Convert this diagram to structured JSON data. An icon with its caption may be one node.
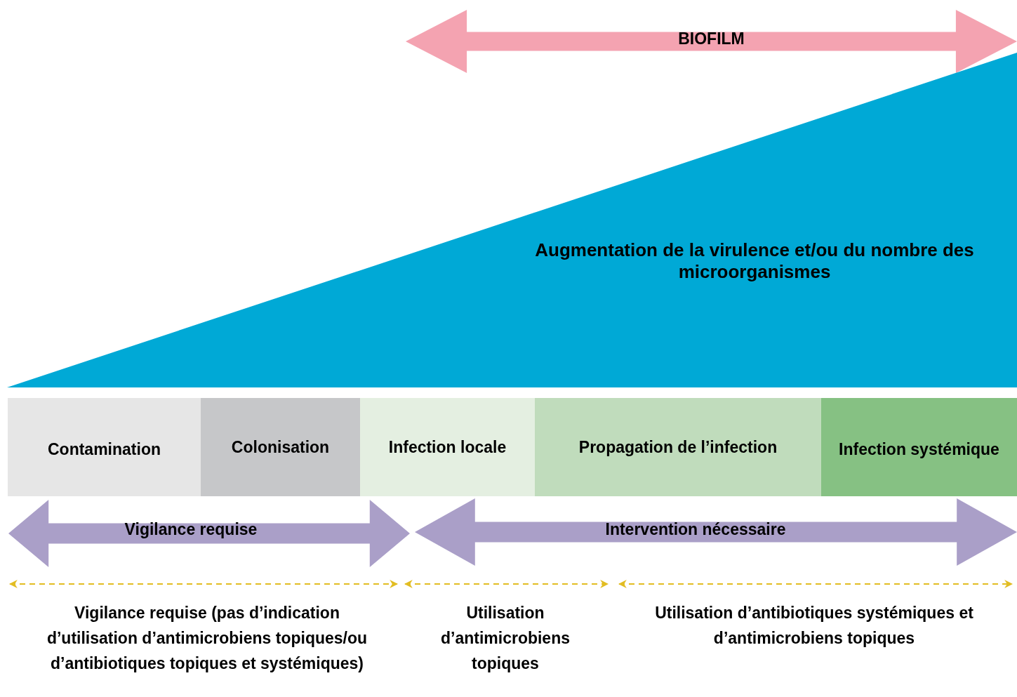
{
  "diagram": {
    "nodes": [
      {
        "text": [
          "BIOFILM"
        ]
      },
      {
        "text": [
          "Augmentation de la virulence et/ou du nombre des microorganismes"
        ]
      },
      {
        "text": [
          "Contamination"
        ]
      },
      {
        "text": [
          "Colonisation"
        ]
      },
      {
        "text": [
          "Infection locale"
        ]
      },
      {
        "text": [
          "Propagation de l’infection"
        ]
      },
      {
        "text": [
          "Infection systémique"
        ]
      },
      {
        "text": [
          "Vigilance requise"
        ]
      },
      {
        "text": [
          "Intervention nécessaire"
        ]
      }
    ],
    "labels": [
      "Vigilance requise (pas d’indication d’utilisation d’antimicrobiens topiques/ou d’antibiotiques topiques et systémiques)",
      "Utilisation d’antimicrobiens topiques",
      "Utilisation d’antibiotiques systémiques et d’antimicrobiens topiques"
    ]
  }
}
